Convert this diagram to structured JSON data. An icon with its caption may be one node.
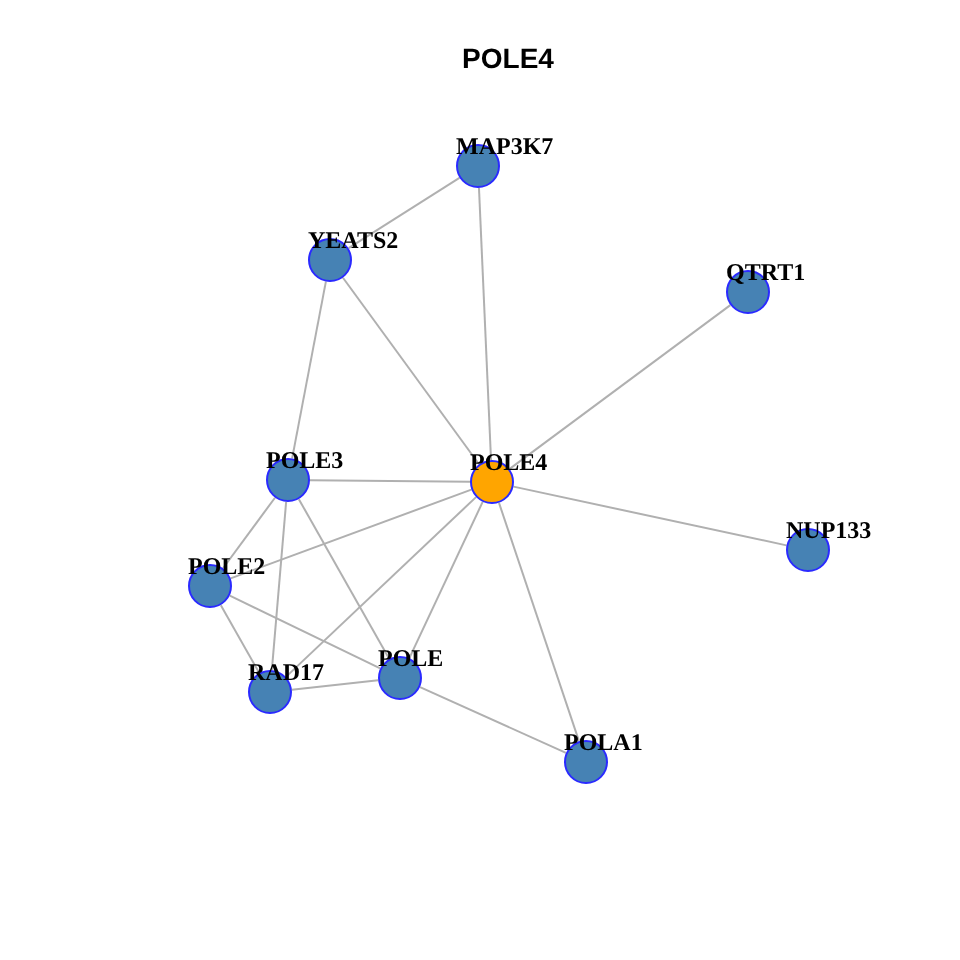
{
  "diagram": {
    "title": "POLE4",
    "nodes": [
      {
        "text": [
          "MAP3K7"
        ]
      },
      {
        "text": [
          "YEATS2"
        ]
      },
      {
        "text": [
          "QTRT1"
        ]
      },
      {
        "text": [
          "POLE3"
        ]
      },
      {
        "text": [
          "POLE4"
        ]
      },
      {
        "text": [
          "NUP133"
        ]
      },
      {
        "text": [
          "POLE2"
        ]
      },
      {
        "text": [
          "POLE"
        ]
      },
      {
        "text": [
          "RAD17"
        ]
      },
      {
        "text": [
          "POLA1"
        ]
      }
    ],
    "edges": [
      {
        "from": 0,
        "to": 1,
        "arrow": "none"
      },
      {
        "from": 0,
        "to": 4,
        "arrow": "none"
      },
      {
        "from": 1,
        "to": 4,
        "arrow": "none"
      },
      {
        "from": 1,
        "to": 3,
        "arrow": "none"
      },
      {
        "from": 2,
        "to": 4,
        "arrow": "none"
      },
      {
        "from": 3,
        "to": 4,
        "arrow": "none"
      },
      {
        "from": 4,
        "to": 5,
        "arrow": "none"
      },
      {
        "from": 4,
        "to": 6,
        "arrow": "none"
      },
      {
        "from": 4,
        "to": 8,
        "arrow": "none"
      },
      {
        "from": 4,
        "to": 7,
        "arrow": "none"
      },
      {
        "from": 4,
        "to": 9,
        "arrow": "none"
      },
      {
        "from": 3,
        "to": 6,
        "arrow": "none"
      },
      {
        "from": 3,
        "to": 8,
        "arrow": "none"
      },
      {
        "from": 3,
        "to": 7,
        "arrow": "none"
      },
      {
        "from": 6,
        "to": 8,
        "arrow": "none"
      },
      {
        "from": 6,
        "to": 7,
        "arrow": "none"
      },
      {
        "from": 8,
        "to": 7,
        "arrow": "none"
      },
      {
        "from": 7,
        "to": 9,
        "arrow": "none"
      }
    ]
  }
}
